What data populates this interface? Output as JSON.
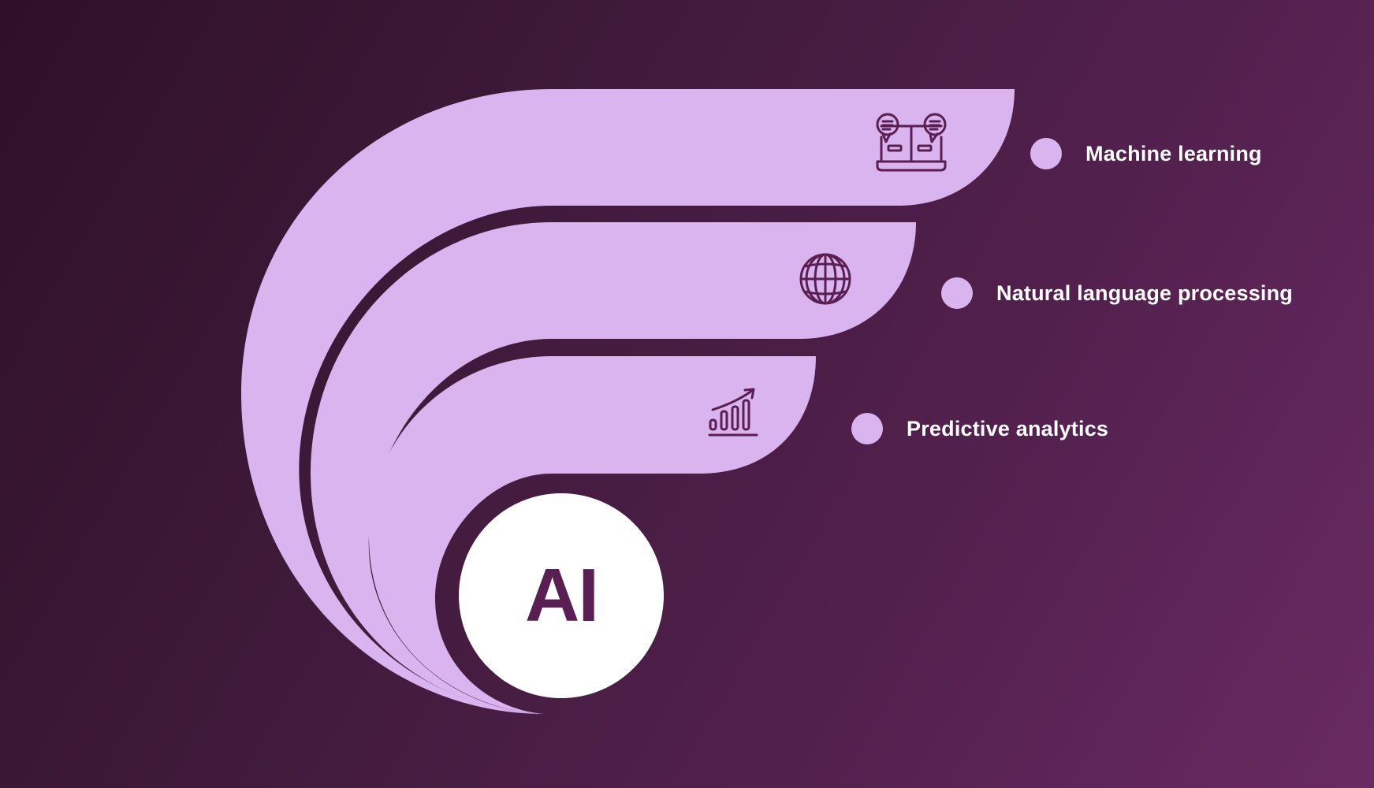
{
  "center": {
    "label": "AI"
  },
  "items": [
    {
      "label": "Machine learning",
      "icon": "laptop-chat-icon"
    },
    {
      "label": "Natural language processing",
      "icon": "globe-icon"
    },
    {
      "label": "Predictive analytics",
      "icon": "growth-chart-icon"
    }
  ],
  "colors": {
    "background_start": "#2e1028",
    "background_end": "#692a62",
    "wing": "#d9b4ee",
    "icon_stroke": "#5a1f52",
    "center_circle": "#ffffff",
    "center_text": "#5a1f52",
    "label_text": "#ffffff"
  }
}
